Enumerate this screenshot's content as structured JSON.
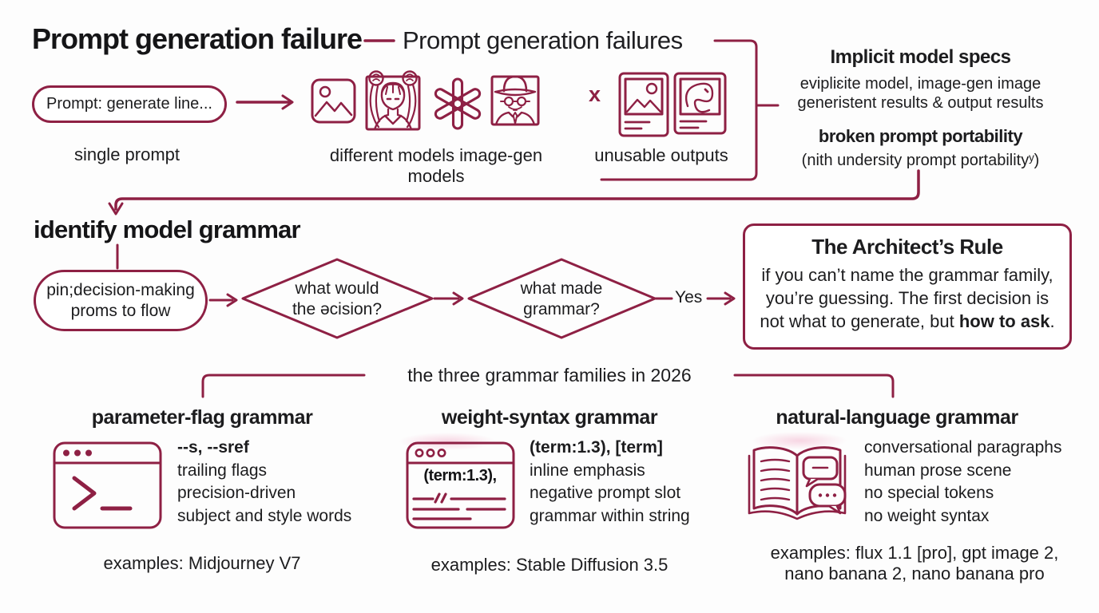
{
  "colors": {
    "maroon": "#8e2044",
    "ink": "#1c1c1e",
    "pink_highlight": "#ee96b9"
  },
  "header": {
    "title": "Prompt generation failure",
    "subtitle": "Prompt generation failures"
  },
  "failure_row": {
    "prompt_box": "Prompt: generate line...",
    "single_prompt_label": "single prompt",
    "models_label": "different models image-gen models",
    "x_mark": "x",
    "outputs_label": "unusable outputs",
    "icons": [
      "image-icon",
      "anime-girl-icon",
      "openai-logo-icon",
      "detective-icon",
      "polaroid-landscape-icon",
      "polaroid-abstract-icon"
    ]
  },
  "implicit_notes": {
    "title": "Implicit model specs",
    "line1": "evipliɛite model, image-gen image",
    "line2": "generistent results & output results",
    "subtitle": "broken prompt portability",
    "line3": "(nith undersity prompt portabilityʸ)"
  },
  "grammar_flow": {
    "heading": "identify model grammar",
    "pill_line1": "pin;decision-making",
    "pill_line2": "proms to flow",
    "diamond1_line1": "what would",
    "diamond1_line2": "the ǝcision?",
    "diamond2_line1": "what made",
    "diamond2_line2": "grammar?",
    "yes_label": "Yes"
  },
  "architect": {
    "title": "The Architect’s Rule",
    "line1": "if you can’t name the grammar family,",
    "line2": "you’re guessing. The first decision is",
    "line3_pre": "not what to generate, but ",
    "line3_bold": "how to ask",
    "line3_end": "."
  },
  "families": {
    "bracket_label": "the three grammar families in 2026",
    "columns": [
      {
        "title": "parameter-flag grammar",
        "icon": "terminal-window-icon",
        "lead": "--s, --sref",
        "bullets": [
          "trailing flags",
          "precision-driven",
          "subject and style words"
        ],
        "example": "examples: Midjourney V7"
      },
      {
        "title": "weight-syntax grammar",
        "icon": "code-window-icon",
        "icon_text": "(term:1.3),",
        "lead": "(term:1.3), [term]",
        "bullets": [
          "inline emphasis",
          "negative prompt slot",
          "grammar within string"
        ],
        "example": "examples: Stable Diffusion 3.5"
      },
      {
        "title": "natural-language grammar",
        "icon": "open-book-icon",
        "bullets": [
          "conversational paragraphs",
          "human prose scene",
          "no special tokens",
          "no weight syntax"
        ],
        "example": "examples: flux 1.1 [pro], gpt image 2,",
        "example_line2": "nano banana 2, nano banana pro"
      }
    ]
  }
}
